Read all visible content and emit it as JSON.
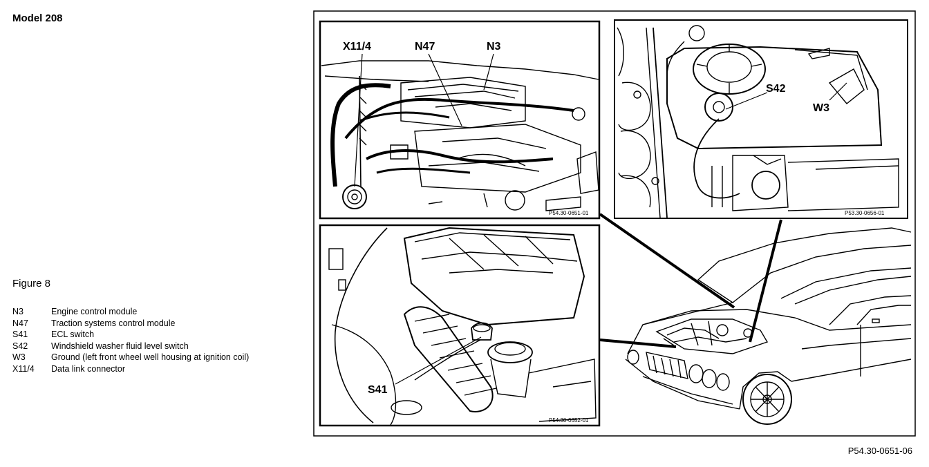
{
  "header": {
    "model": "Model 208"
  },
  "figure": {
    "title": "Figure 8"
  },
  "legend": [
    {
      "code": "N3",
      "desc": "Engine control module"
    },
    {
      "code": "N47",
      "desc": "Traction systems control module"
    },
    {
      "code": "S41",
      "desc": "ECL switch"
    },
    {
      "code": "S42",
      "desc": "Windshield washer fluid level switch"
    },
    {
      "code": "W3",
      "desc": "Ground (left front wheel well housing at ignition coil)"
    },
    {
      "code": "X11/4",
      "desc": "Data link connector"
    }
  ],
  "callouts": {
    "x114": "X11/4",
    "n47": "N47",
    "n3": "N3",
    "s42": "S42",
    "w3": "W3",
    "s41": "S41"
  },
  "panel_refs": {
    "engine": "P54.30-0651-01",
    "washer": "P53.30-0656-01",
    "airbox": "P54.30-0652-01"
  },
  "figure_ref": "P54.30-0651-06"
}
